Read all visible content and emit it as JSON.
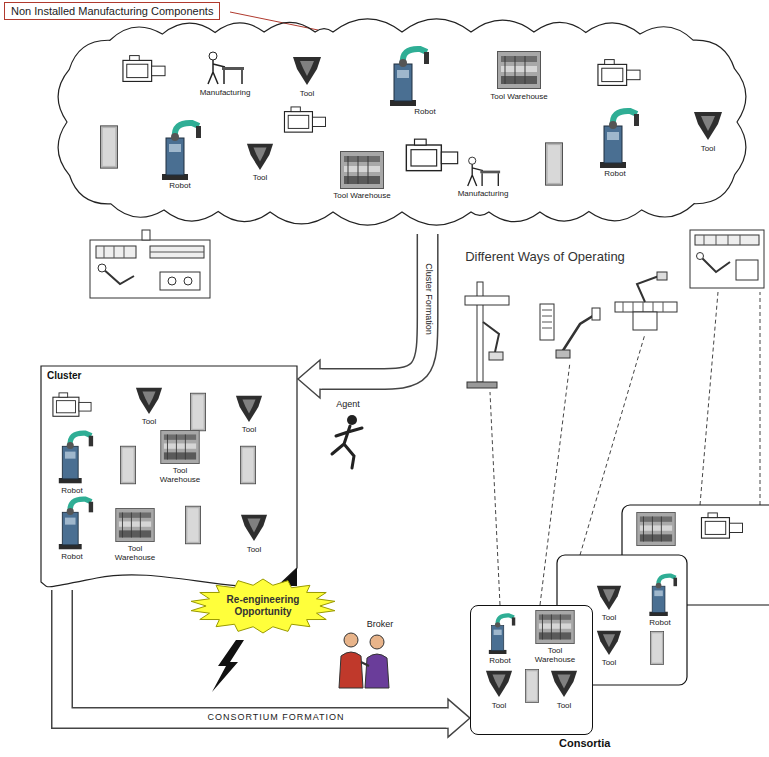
{
  "diagram": {
    "nodes": [
      {
        "text": [
          "Non Installed Manufacturing Components"
        ]
      },
      {
        "text": [
          "Cluster"
        ]
      },
      {
        "text": [
          "Re-engineering Opportunity"
        ]
      },
      {
        "text": [
          "Consortia"
        ]
      }
    ],
    "edges": [
      {
        "from": 0,
        "to": 1,
        "arrow": "to",
        "label": "Cluster Formation"
      },
      {
        "from": 1,
        "to": 3,
        "arrow": "to",
        "label": "CONSORTIUM FORMATION"
      }
    ],
    "labels": [
      "Manufacturing",
      "Tool",
      "Tool Warehouse",
      "Robot",
      "Tool",
      "Robot",
      "Robot",
      "Tool",
      "Tool Warehouse",
      "Manufacturing",
      "Tool",
      "Tool",
      "Robot",
      "Tool Warehouse",
      "Robot",
      "Tool Warehouse",
      "Tool",
      "Agent",
      "Different Ways of Operating",
      "Broker",
      "Robot",
      "Tool Warehouse",
      "Tool",
      "Tool",
      "Tool",
      "Robot",
      "Tool"
    ]
  }
}
